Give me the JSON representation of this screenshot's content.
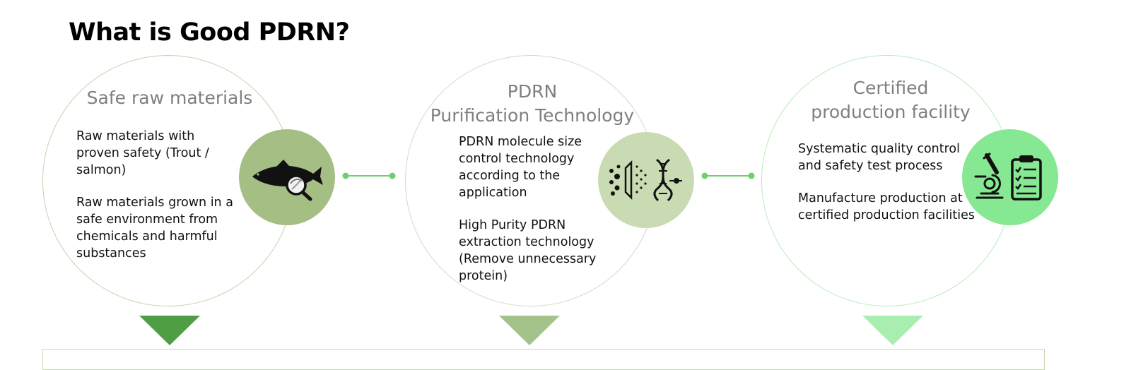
{
  "title": "What is Good PDRN?",
  "steps": [
    {
      "title_lines": [
        "Safe raw materials"
      ],
      "paragraphs": [
        "Raw materials with proven safety (Trout / salmon)",
        "Raw materials grown in a safe environment from chemicals and harmful substances"
      ],
      "icon": "fish-magnifier-icon",
      "accent": "#a5be84"
    },
    {
      "title_lines": [
        "PDRN",
        "Purification Technology"
      ],
      "paragraphs": [
        "PDRN molecule size control technology according to the application",
        "High Purity PDRN extraction technology (Remove unnecessary protein)"
      ],
      "icon": "dna-filter-icon",
      "accent": "#c9dbb3"
    },
    {
      "title_lines": [
        "Certified",
        "production facility"
      ],
      "paragraphs": [
        "Systematic quality control and safety test process",
        "Manufacture production at certified production facilities"
      ],
      "icon": "microscope-clipboard-icon",
      "accent": "#86e892"
    }
  ],
  "colors": {
    "connector": "#6ecf6e",
    "arrow_1": "#4f9d45",
    "arrow_2": "#a3c38a",
    "arrow_3": "#a8eeb0"
  }
}
